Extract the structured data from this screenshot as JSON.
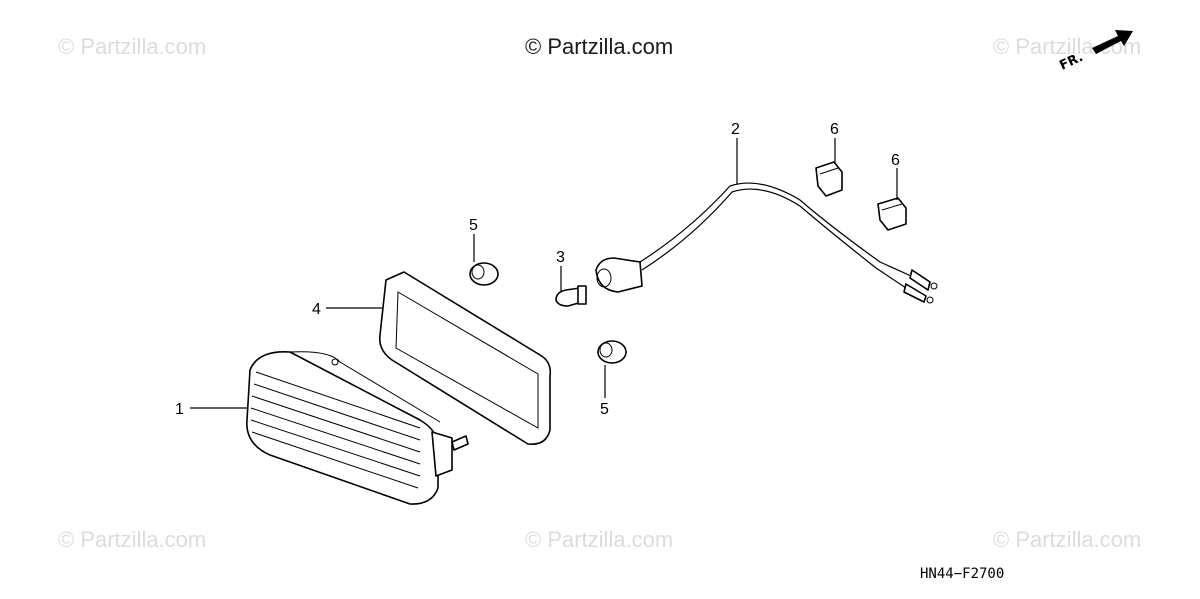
{
  "watermarks": {
    "top_left": "© Partzilla.com",
    "top_center": "© Partzilla.com",
    "top_right": "© Partzilla.com",
    "bottom_left": "© Partzilla.com",
    "bottom_center": "© Partzilla.com",
    "bottom_right": "© Partzilla.com"
  },
  "direction_label": "FR.",
  "diagram_code": "HN44−F2700",
  "callouts": {
    "c1": "1",
    "c2": "2",
    "c3": "3",
    "c4": "4",
    "c5a": "5",
    "c5b": "5",
    "c6a": "6",
    "c6b": "6"
  }
}
